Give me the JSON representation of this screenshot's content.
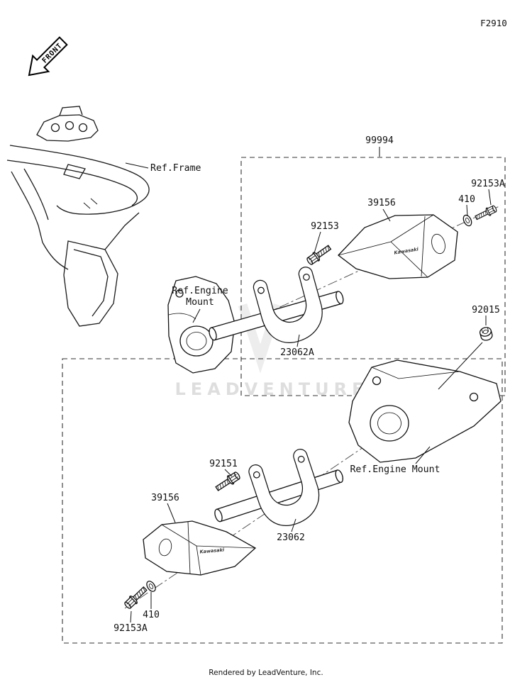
{
  "page": {
    "diagram_code": "F2910",
    "front_label": "FRONT",
    "watermark": "LEADVENTURE",
    "footer": "Rendered by LeadVenture, Inc."
  },
  "callouts": {
    "kit": "99994",
    "ref_frame": "Ref.Frame",
    "ref_engine_mount_upper_line1": "Ref.Engine",
    "ref_engine_mount_upper_line2": "Mount",
    "ref_engine_mount_lower": "Ref.Engine Mount",
    "slider_upper": "39156",
    "slider_lower": "39156",
    "bolt_upper": "92153",
    "bolt_flanged_upper": "92153A",
    "bolt_flanged_lower": "92153A",
    "washer_upper": "410",
    "washer_lower": "410",
    "bracket_upper": "23062A",
    "bracket_lower": "23062",
    "nut": "92015",
    "bolt_lower": "92151",
    "slider_brand": "Kawasaki"
  }
}
